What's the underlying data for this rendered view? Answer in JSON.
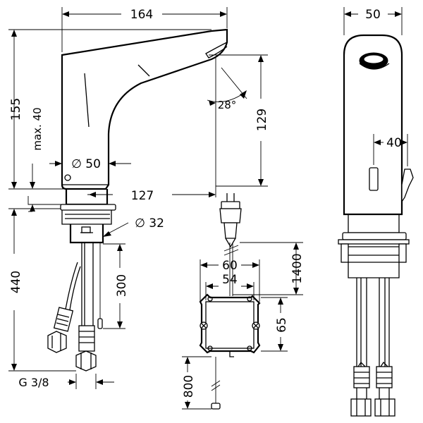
{
  "dimensions": {
    "spout_length": "164",
    "overall_height": "155",
    "max_deck": "max. 40",
    "base_diameter": "∅ 50",
    "projection": "127",
    "spout_height": "129",
    "spray_angle": "28°",
    "shank_diameter": "∅ 32",
    "hose_length": "440",
    "tail_length": "300",
    "thread": "G 3/8",
    "box_width_outer": "60",
    "box_width_inner": "54",
    "box_height": "65",
    "cable_upper": "1400",
    "cable_lower": "800",
    "front_width": "50",
    "front_inner": "40"
  }
}
